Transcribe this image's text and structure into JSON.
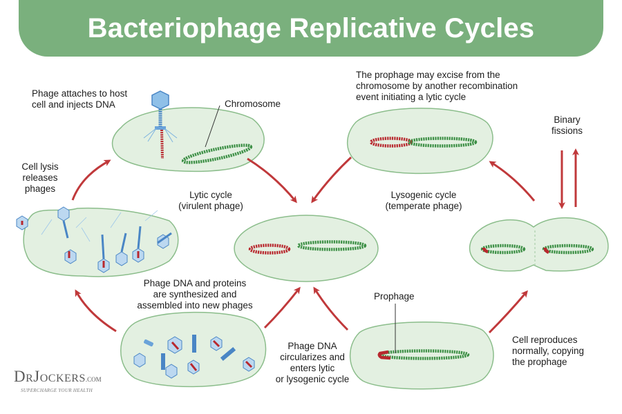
{
  "title": "Bacteriophage Replicative Cycles",
  "labels": {
    "phage_attaches": [
      "Phage attaches to host",
      "cell and injects DNA"
    ],
    "chromosome": "Chromosome",
    "cell_lysis": [
      "Cell lysis",
      "releases",
      "phages"
    ],
    "lytic_cycle": [
      "Lytic cycle",
      "(virulent phage)"
    ],
    "lysogenic_cycle": [
      "Lysogenic cycle",
      "(temperate phage)"
    ],
    "prophage_excise": [
      "The prophage may excise from the",
      "chromosome by another recombination",
      "event initiating a lytic cycle"
    ],
    "binary_fissions": [
      "Binary",
      "fissions"
    ],
    "synthesized": [
      "Phage DNA and proteins",
      "are synthesized and",
      "assembled into new phages"
    ],
    "prophage": "Prophage",
    "circularizes": [
      "Phage DNA",
      "circularizes and",
      "enters lytic",
      "or lysogenic cycle"
    ],
    "cell_reproduces": [
      "Cell reproduces",
      "normally, copying",
      "the prophage"
    ]
  },
  "logo": {
    "prefix": "D",
    "prefix_small": "R",
    "name": "J",
    "name_small": "OCKERS",
    "suffix": ".COM",
    "tagline": "SUPERCHARGE YOUR HEALTH"
  },
  "colors": {
    "banner": "#7ab07d",
    "cell_fill": "#e3f0e1",
    "cell_stroke": "#8bbd8b",
    "arrow": "#c0393b",
    "dna_green": "#3c8f45",
    "dna_red": "#b8282e",
    "phage_blue": "#6aa3d9"
  }
}
